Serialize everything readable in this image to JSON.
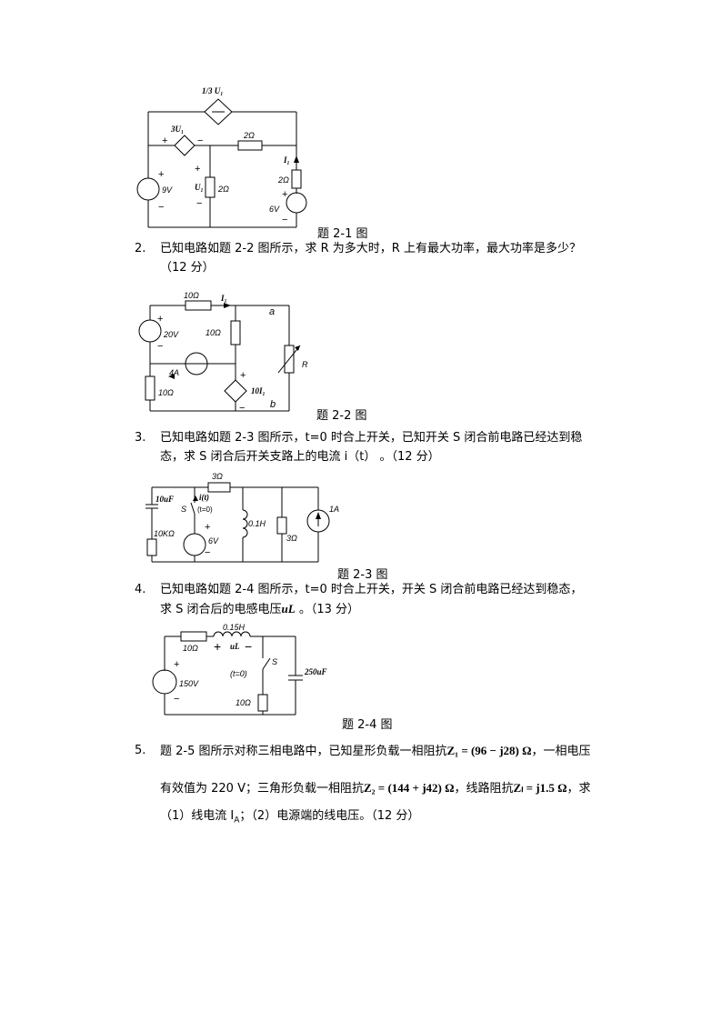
{
  "fig1": {
    "caption": "题 2-1 图",
    "labels": {
      "ctrl_cur": "1/3 U₁",
      "ctrl_v": "3U₁",
      "r_top": "2Ω",
      "r_mid": "2Ω",
      "u1": "U₁",
      "i1": "I₁",
      "r_right": "2Ω",
      "v9": "9V",
      "v6": "6V"
    }
  },
  "q2": {
    "num": "2.",
    "line1": "已知电路如题 2-2 图所示，求 R 为多大时，R 上有最大功率，最大功率是多少？",
    "line2": "（12 分）"
  },
  "fig2": {
    "caption": "题 2-2 图",
    "labels": {
      "r_top": "10Ω",
      "i1": "I₁",
      "a": "a",
      "v20": "20V",
      "r_mid": "10Ω",
      "r": "R",
      "cs": "4A",
      "r_bot": "10Ω",
      "dep": "10I₁",
      "b": "b"
    }
  },
  "q3": {
    "num": "3.",
    "line1": "已知电路如题 2-3 图所示，t=0 时合上开关，已知开关 S 闭合前电路已经达到稳",
    "line2": "态，求 S 闭合后开关支路上的电流 i（t） 。（12 分）"
  },
  "fig3": {
    "caption": "题 2-3 图",
    "labels": {
      "cap": "10uF",
      "r_top": "3Ω",
      "it": "i(t)",
      "s": "S",
      "t0": "(t=0)",
      "r10k": "10KΩ",
      "v6": "6V",
      "l": "0.1H",
      "r3": "3Ω",
      "a1": "1A"
    }
  },
  "q4": {
    "num": "4.",
    "line1": "已知电路如题 2-4 图所示，t=0 时合上开关，开关 S 闭合前电路已经达到稳态，",
    "line2_a": "求 S 闭合后的电感电压",
    "line2_var": "uL",
    "line2_b": "。（13 分）"
  },
  "fig4": {
    "caption": "题 2-4 图",
    "labels": {
      "l": "0.15H",
      "r_top": "10Ω",
      "ul": "uL",
      "s": "S",
      "t0": "(t=0)",
      "v150": "150V",
      "cap": "250uF",
      "r_bot": "10Ω"
    }
  },
  "q5": {
    "num": "5.",
    "line1_a": "题 2-5 图所示对称三相电路中，已知星形负载一相阻抗",
    "z1": "Z₁ = (96 − j28) Ω",
    "line1_b": "，一相电压",
    "line2_a": "有效值为 220    V；三角形负载一相阻抗",
    "z2": "Z₂ = (144 + j42) Ω",
    "line2_b": "，线路阻抗",
    "zl": "Zₗ = j1.5 Ω",
    "line2_c": "，求",
    "line3": "（1）线电流 I",
    "line3_sub": "A",
    "line3_b": "；（2）电源端的线电压。（12 分）"
  }
}
